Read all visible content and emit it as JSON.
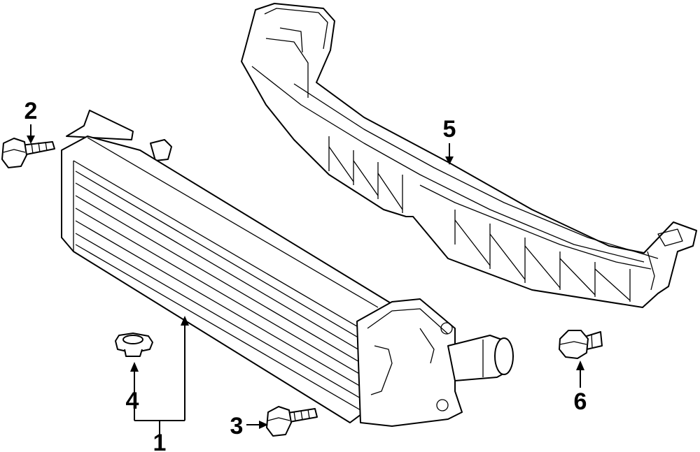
{
  "diagram": {
    "parts": [
      {
        "id": "intercooler",
        "callout": "1"
      },
      {
        "id": "bolt-top-left",
        "callout": "2"
      },
      {
        "id": "bolt-bottom",
        "callout": "3"
      },
      {
        "id": "grommet",
        "callout": "4"
      },
      {
        "id": "support-bracket",
        "callout": "5"
      },
      {
        "id": "bolt-right",
        "callout": "6"
      }
    ]
  }
}
